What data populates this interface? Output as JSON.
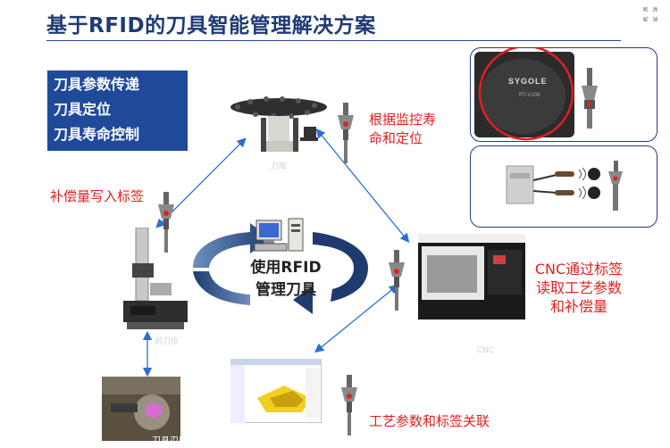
{
  "title": "基于RFID的刀具智能管理解决方案",
  "features": [
    "刀具参数传递",
    "刀具定位",
    "刀具寿命控制"
  ],
  "labels": {
    "location": [
      "根据监控寿",
      "命和定位"
    ],
    "compensation_write": "补偿量写入标签",
    "center": [
      "使用RFID",
      "管理刀具"
    ],
    "cnc": [
      "CNC通过标签",
      "读取工艺参数",
      "和补偿量"
    ],
    "process": "工艺参数和标签关联"
  },
  "captions": {
    "storage": "刀库",
    "presetter": "对刀仪",
    "cnc": "CNC",
    "grinding": "刀具刃磨"
  },
  "device_text": {
    "sygole_brand": "SYGOLE",
    "sygole_model": "RT-V108"
  },
  "colors": {
    "title": "#1f3b73",
    "feature_bg": "#1f4a9a",
    "label_red": "#e02020",
    "arrow_blue": "#2a6fd0",
    "cycle_dark": "#1f3b6e",
    "cycle_light": "#6f8fc0"
  }
}
